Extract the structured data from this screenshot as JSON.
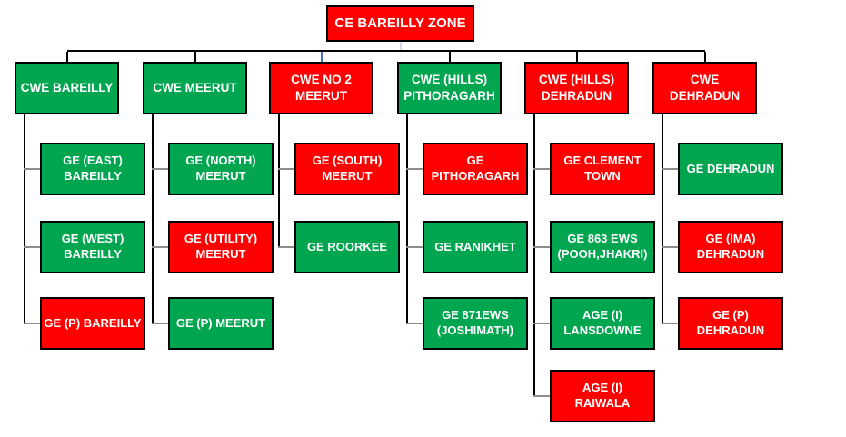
{
  "diagram": {
    "root": {
      "label": "CE BAREILLY ZONE",
      "color": "red"
    },
    "branches": [
      {
        "parent": {
          "label": "CWE BAREILLY",
          "color": "green"
        },
        "children": [
          {
            "label": "GE (EAST)\nBAREILLY",
            "color": "green"
          },
          {
            "label": "GE (WEST)\nBAREILLY",
            "color": "green"
          },
          {
            "label": "GE (P) BAREILLY",
            "color": "red"
          }
        ]
      },
      {
        "parent": {
          "label": "CWE MEERUT",
          "color": "green"
        },
        "children": [
          {
            "label": "GE (NORTH)\nMEERUT",
            "color": "green"
          },
          {
            "label": "GE (UTILITY)\nMEERUT",
            "color": "red"
          },
          {
            "label": "GE (P) MEERUT",
            "color": "green"
          }
        ]
      },
      {
        "parent": {
          "label": "CWE NO 2\nMEERUT",
          "color": "red"
        },
        "children": [
          {
            "label": "GE (SOUTH)\nMEERUT",
            "color": "red"
          },
          {
            "label": "GE ROORKEE",
            "color": "green"
          }
        ]
      },
      {
        "parent": {
          "label": "CWE (HILLS)\nPITHORAGARH",
          "color": "green"
        },
        "children": [
          {
            "label": "GE\nPITHORAGARH",
            "color": "red"
          },
          {
            "label": "GE RANIKHET",
            "color": "green"
          },
          {
            "label": "GE 871EWS\n(JOSHIMATH)",
            "color": "green"
          }
        ]
      },
      {
        "parent": {
          "label": "CWE (HILLS)\nDEHRADUN",
          "color": "red"
        },
        "children": [
          {
            "label": "GE CLEMENT\nTOWN",
            "color": "red"
          },
          {
            "label": "GE 863 EWS\n(POOH,JHAKRI)",
            "color": "green"
          },
          {
            "label": "AGE (I)\nLANSDOWNE",
            "color": "green"
          },
          {
            "label": "AGE (I)\nRAIWALA",
            "color": "red"
          }
        ]
      },
      {
        "parent": {
          "label": "CWE\nDEHRADUN",
          "color": "red"
        },
        "children": [
          {
            "label": "GE DEHRADUN",
            "color": "green"
          },
          {
            "label": "GE (IMA)\nDEHRADUN",
            "color": "red"
          },
          {
            "label": "GE (P)\nDEHRADUN",
            "color": "red"
          }
        ]
      }
    ],
    "colors": {
      "red": "#FE0000",
      "green": "#00A64F",
      "line": "#000000",
      "child_stub": "#8C8C8C",
      "root_stub": "#D6DCE5",
      "blue_stub": "#4472C4",
      "text": "#FFFFFF"
    }
  }
}
